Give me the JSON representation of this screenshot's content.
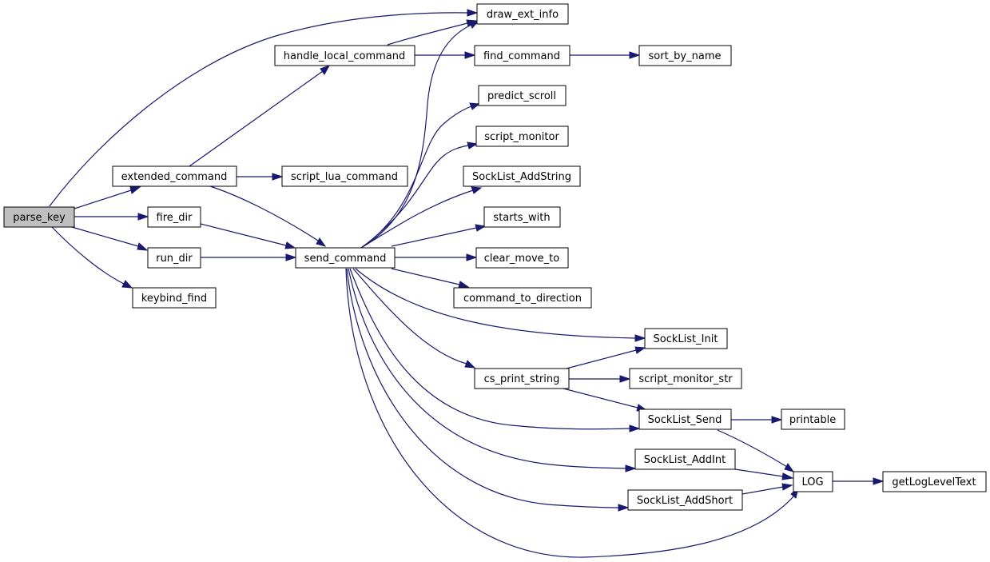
{
  "colors": {
    "edge": "#191970",
    "node_fill": "#ffffff",
    "root_fill": "#bfbfbf",
    "border": "#000000"
  },
  "nodes": {
    "parse_key": "parse_key",
    "extended_command": "extended_command",
    "fire_dir": "fire_dir",
    "run_dir": "run_dir",
    "keybind_find": "keybind_find",
    "handle_local_command": "handle_local_command",
    "script_lua_command": "script_lua_command",
    "send_command": "send_command",
    "draw_ext_info": "draw_ext_info",
    "find_command": "find_command",
    "sort_by_name": "sort_by_name",
    "predict_scroll": "predict_scroll",
    "script_monitor": "script_monitor",
    "SockList_AddString": "SockList_AddString",
    "starts_with": "starts_with",
    "clear_move_to": "clear_move_to",
    "command_to_direction": "command_to_direction",
    "SockList_Init": "SockList_Init",
    "cs_print_string": "cs_print_string",
    "script_monitor_str": "script_monitor_str",
    "SockList_Send": "SockList_Send",
    "printable": "printable",
    "SockList_AddInt": "SockList_AddInt",
    "LOG": "LOG",
    "getLogLevelText": "getLogLevelText",
    "SockList_AddShort": "SockList_AddShort"
  },
  "root": "parse_key",
  "edges": [
    [
      "parse_key",
      "draw_ext_info"
    ],
    [
      "parse_key",
      "extended_command"
    ],
    [
      "parse_key",
      "fire_dir"
    ],
    [
      "parse_key",
      "run_dir"
    ],
    [
      "parse_key",
      "keybind_find"
    ],
    [
      "extended_command",
      "handle_local_command"
    ],
    [
      "extended_command",
      "script_lua_command"
    ],
    [
      "extended_command",
      "send_command"
    ],
    [
      "handle_local_command",
      "draw_ext_info"
    ],
    [
      "handle_local_command",
      "find_command"
    ],
    [
      "find_command",
      "sort_by_name"
    ],
    [
      "fire_dir",
      "send_command"
    ],
    [
      "run_dir",
      "send_command"
    ],
    [
      "send_command",
      "draw_ext_info"
    ],
    [
      "send_command",
      "predict_scroll"
    ],
    [
      "send_command",
      "script_monitor"
    ],
    [
      "send_command",
      "SockList_AddString"
    ],
    [
      "send_command",
      "starts_with"
    ],
    [
      "send_command",
      "clear_move_to"
    ],
    [
      "send_command",
      "command_to_direction"
    ],
    [
      "send_command",
      "SockList_Init"
    ],
    [
      "send_command",
      "cs_print_string"
    ],
    [
      "send_command",
      "SockList_Send"
    ],
    [
      "send_command",
      "SockList_AddInt"
    ],
    [
      "send_command",
      "SockList_AddShort"
    ],
    [
      "send_command",
      "LOG"
    ],
    [
      "cs_print_string",
      "SockList_Init"
    ],
    [
      "cs_print_string",
      "script_monitor_str"
    ],
    [
      "cs_print_string",
      "SockList_Send"
    ],
    [
      "SockList_Send",
      "printable"
    ],
    [
      "SockList_Send",
      "LOG"
    ],
    [
      "SockList_AddInt",
      "LOG"
    ],
    [
      "SockList_AddShort",
      "LOG"
    ],
    [
      "LOG",
      "getLogLevelText"
    ]
  ]
}
